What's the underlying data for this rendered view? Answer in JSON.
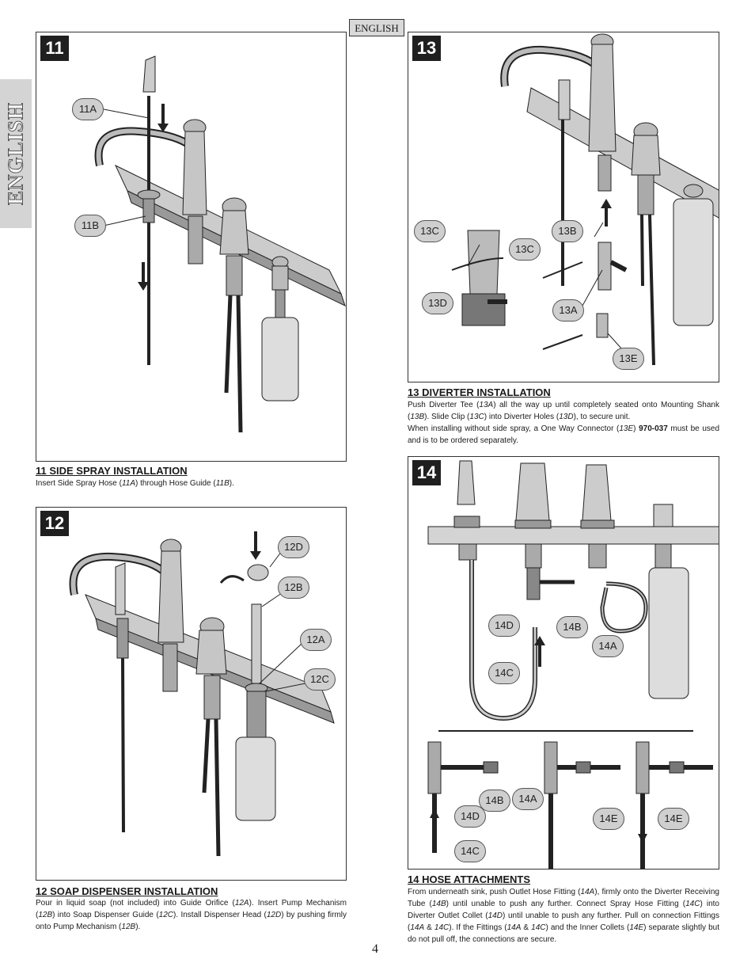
{
  "header": {
    "language_tag": "ENGLISH",
    "side_tab": "ENGLISH"
  },
  "panels": [
    {
      "number": "11",
      "callouts": [
        "11A",
        "11B"
      ]
    },
    {
      "number": "12",
      "callouts": [
        "12D",
        "12B",
        "12A",
        "12C"
      ]
    },
    {
      "number": "13",
      "callouts": [
        "13C",
        "13C",
        "13B",
        "13D",
        "13A",
        "13E"
      ]
    },
    {
      "number": "14",
      "callouts": [
        "14D",
        "14B",
        "14A",
        "14C",
        "14B",
        "14A",
        "14D",
        "14E",
        "14E",
        "14C"
      ]
    }
  ],
  "sections": {
    "s11": {
      "title": "11  SIDE SPRAY INSTALLATION",
      "body": [
        "Insert Side Spray Hose (",
        "11A",
        ") through Hose Guide (",
        "11B",
        ")."
      ]
    },
    "s12": {
      "title": "12  SOAP DISPENSER INSTALLATION",
      "body": [
        "Pour in liquid soap (not included) into Guide Orifice (",
        "12A",
        ").  Insert Pump Mechanism (",
        "12B",
        ") into Soap Dispenser Guide (",
        "12C",
        ").  Install Dispenser Head (",
        "12D",
        ") by pushing firmly onto Pump Mechanism (",
        "12B",
        ")."
      ]
    },
    "s13": {
      "title": "13  DIVERTER INSTALLATION",
      "body": [
        "Push Diverter Tee (",
        "13A",
        ") all the way up until completely seated onto Mounting Shank (",
        "13B",
        ").  Slide Clip (",
        "13C",
        ") into Diverter Holes (",
        "13D",
        "), to secure unit."
      ],
      "body2": [
        "When installing without side spray, a One Way Connector (",
        "13E",
        ") ",
        "970-037",
        " must be used and is to be ordered separately."
      ]
    },
    "s14": {
      "title": "14  HOSE ATTACHMENTS",
      "body": [
        "From underneath sink, push Outlet Hose Fitting (",
        "14A",
        "), firmly onto the Diverter Receiving Tube (",
        "14B",
        ") until unable to push any further.  Connect Spray Hose Fitting (",
        "14C",
        ") into Diverter Outlet Collet (",
        "14D",
        ") until unable to push any further.  Pull on connection Fittings (",
        "14A",
        " & ",
        "14C",
        ").  If the Fittings (",
        "14A",
        " & ",
        "14C",
        ") and the Inner Collets (",
        "14E",
        ") separate slightly but do not pull off, the connections are secure."
      ]
    }
  },
  "footer": {
    "page_number": "4"
  }
}
